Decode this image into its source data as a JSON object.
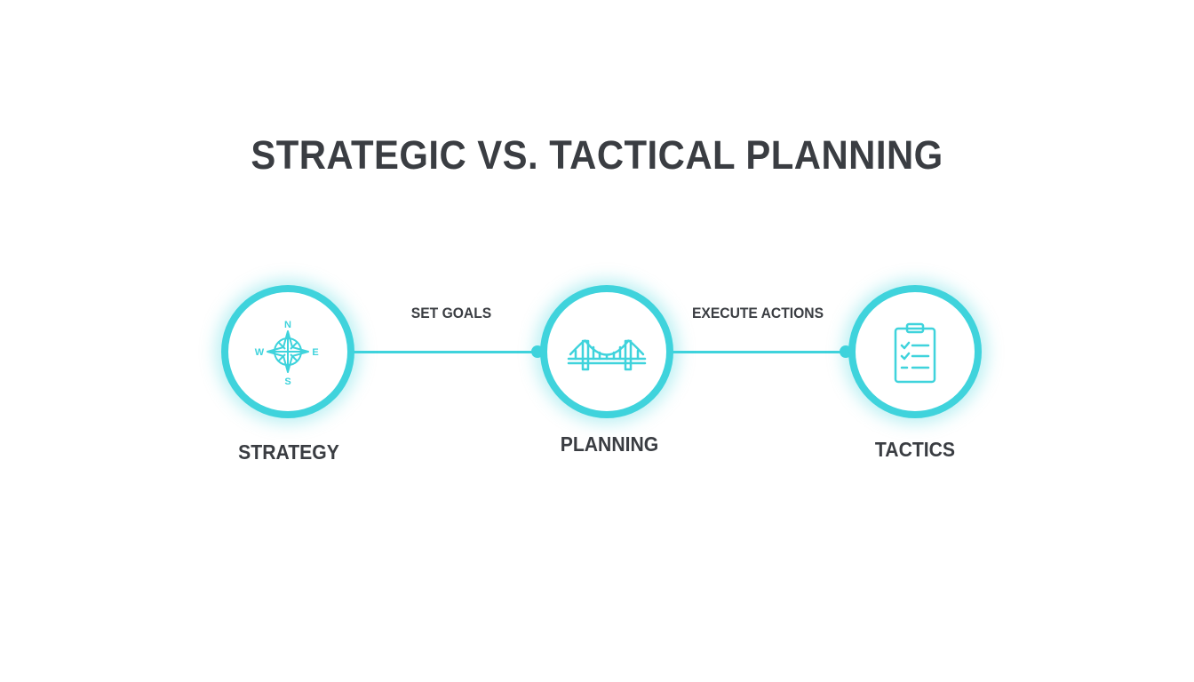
{
  "title": "STRATEGIC VS. TACTICAL PLANNING",
  "accent_color": "#3fd3dc",
  "text_color": "#3a3d42",
  "nodes": [
    {
      "label": "STRATEGY",
      "icon": "compass-icon",
      "compass": {
        "n": "N",
        "e": "E",
        "s": "S",
        "w": "W"
      }
    },
    {
      "label": "PLANNING",
      "icon": "bridge-icon"
    },
    {
      "label": "TACTICS",
      "icon": "clipboard-checklist-icon"
    }
  ],
  "edges": [
    {
      "label": "SET GOALS"
    },
    {
      "label": "EXECUTE ACTIONS"
    }
  ]
}
